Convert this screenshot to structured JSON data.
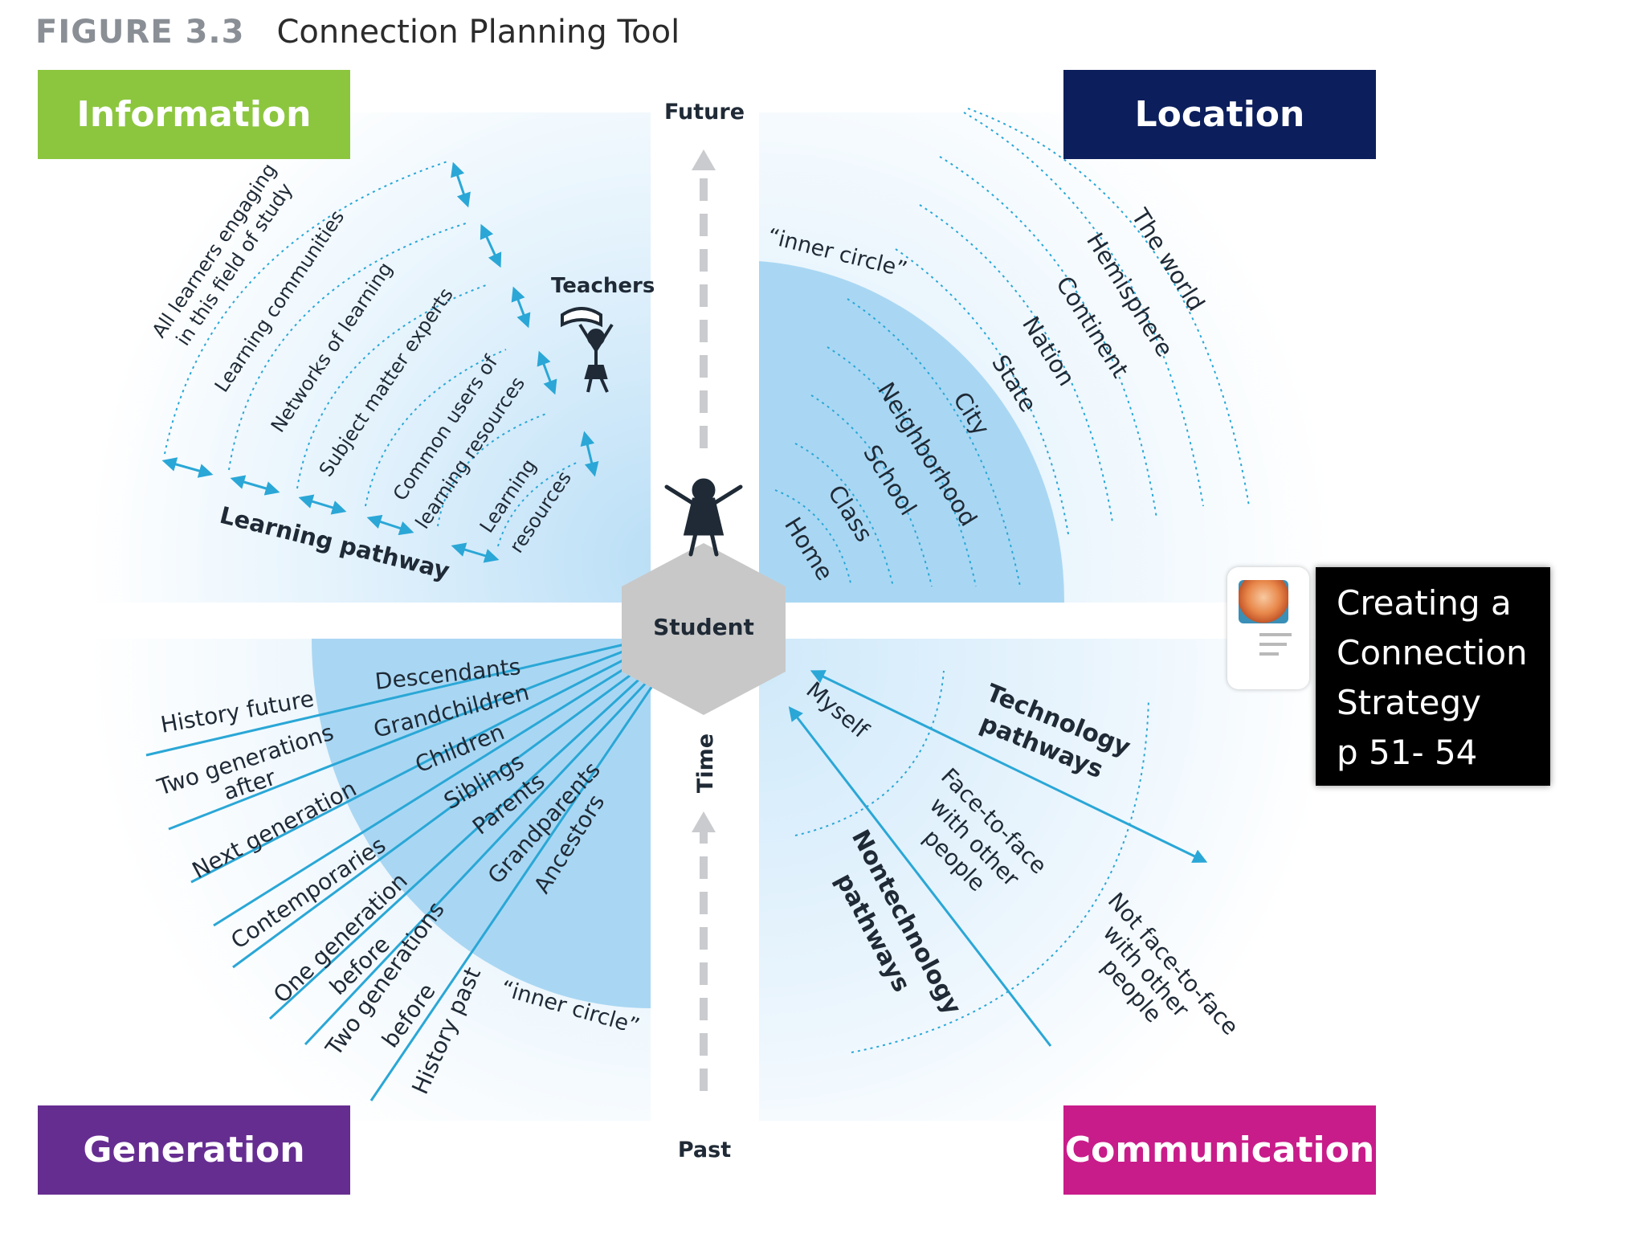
{
  "figure": {
    "number": "FIGURE 3.3",
    "title": "Connection Planning Tool"
  },
  "categories": {
    "information": {
      "label": "Information",
      "color": "#8cc63f"
    },
    "location": {
      "label": "Location",
      "color": "#0c1f5c"
    },
    "generation": {
      "label": "Generation",
      "color": "#662d91"
    },
    "communication": {
      "label": "Communication",
      "color": "#c81c8a"
    }
  },
  "axis": {
    "future": "Future",
    "past": "Past",
    "time": "Time"
  },
  "center": {
    "label": "Student"
  },
  "information": {
    "rings": [
      "All learners engaging",
      "in this field of study",
      "Learning communities",
      "Networks of learning",
      "Subject matter experts",
      "Common users of",
      "learning resources",
      "Learning",
      "resources"
    ],
    "teachers": "Teachers",
    "pathway": "Learning pathway"
  },
  "location": {
    "inner_circle": "“inner circle”",
    "rings": [
      "Home",
      "Class",
      "School",
      "Neighborhood",
      "City",
      "State",
      "Nation",
      "Continent",
      "Hemisphere",
      "The world"
    ]
  },
  "generation": {
    "inner": [
      "Descendants",
      "Grandchildren",
      "Children",
      "Siblings",
      "Parents",
      "Grandparents",
      "Ancestors"
    ],
    "outer": [
      "History future",
      "Two generations",
      "after",
      "Next generation",
      "Contemporaries",
      "One generation",
      "before",
      "Two generations",
      "before",
      "History past"
    ],
    "inner_circle": "“inner circle”"
  },
  "communication": {
    "myself": "Myself",
    "tech": [
      "Technology",
      "pathways"
    ],
    "face": [
      "Face-to-face",
      "with other",
      "people"
    ],
    "nontech": [
      "Nontechnology",
      "pathways"
    ],
    "notface": [
      "Not face-to-face",
      "with other",
      "people"
    ]
  },
  "note": {
    "lines": [
      "Creating a",
      "Connection",
      "Strategy",
      "p 51- 54"
    ]
  },
  "colors": {
    "accent": "#2aa7d6",
    "lightblue": "#a9d7f3",
    "hexagon": "#c8c8c8"
  }
}
